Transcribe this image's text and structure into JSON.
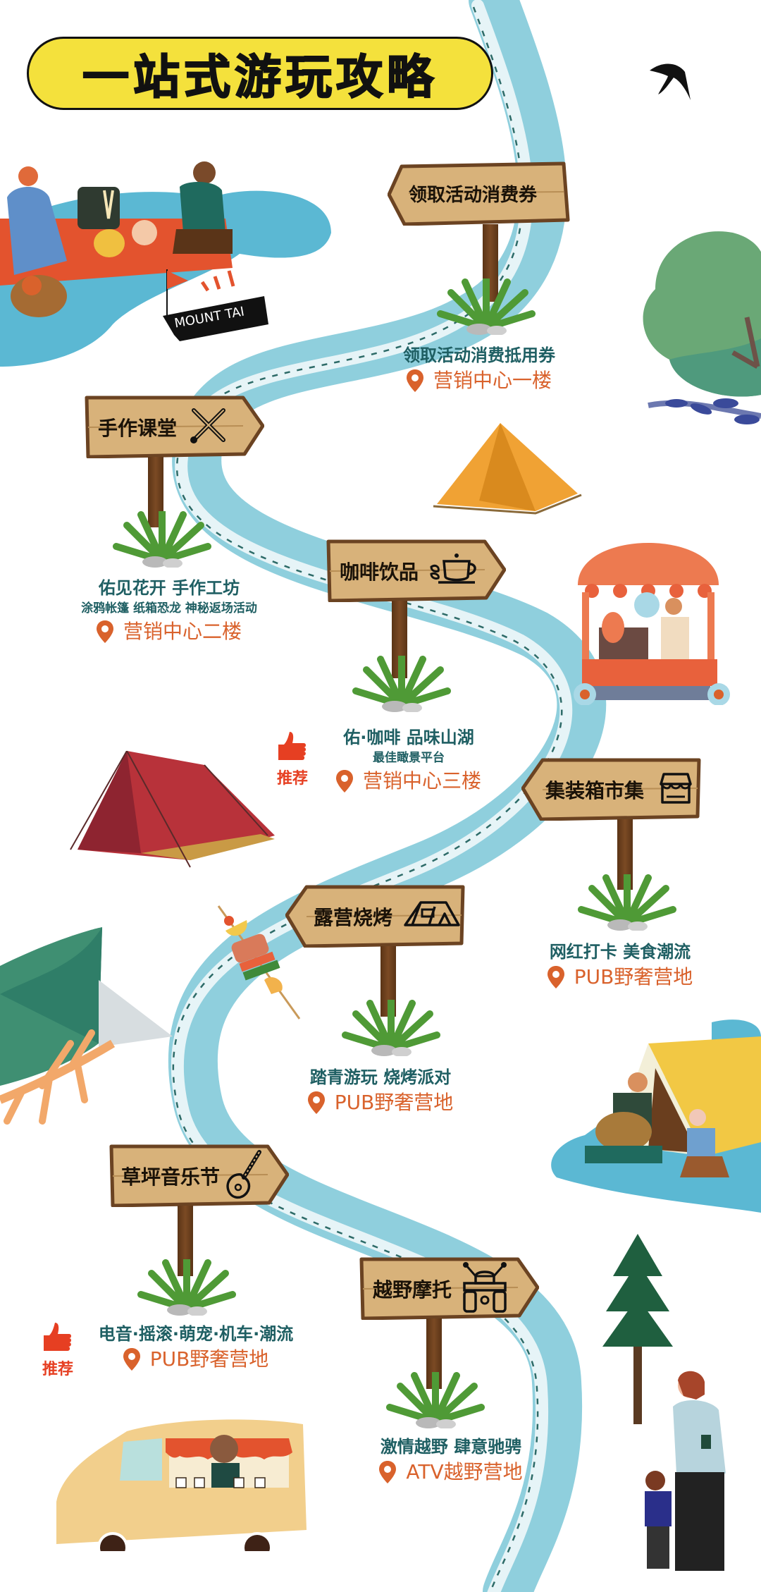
{
  "title": "一站式游玩攻略",
  "decorations": {
    "mount_tai_tag": "MOUNT TAI"
  },
  "colors": {
    "title_bg": "#f4e13c",
    "river": "#8fcfdd",
    "river_light": "#c9e8ef",
    "heading_teal": "#1f5f63",
    "location_orange": "#d9622c",
    "recommend_red": "#e63f22",
    "wood": "#d8b27a"
  },
  "stops": [
    {
      "sign": "领取活动消费券",
      "icon": "none",
      "line1": "领取活动消费抵用券",
      "location": "营销中心一楼"
    },
    {
      "sign": "手作课堂",
      "icon": "pencil-brush-icon",
      "line1": "佑见花开 手作工坊",
      "line2": "涂鸦帐篷 纸箱恐龙 神秘返场活动",
      "location": "营销中心二楼"
    },
    {
      "sign": "咖啡饮品",
      "icon": "coffee-cup-icon",
      "line1": "佑·咖啡  品味山湖",
      "line2": "最佳瞰景平台",
      "location": "营销中心三楼",
      "recommend": "推荐"
    },
    {
      "sign": "集装箱市集",
      "icon": "shop-icon",
      "line1": "网红打卡 美食潮流",
      "location": "PUB野奢营地"
    },
    {
      "sign": "露营烧烤",
      "icon": "tent-icon",
      "line1": "踏青游玩 烧烤派对",
      "location": "PUB野奢营地"
    },
    {
      "sign": "草坪音乐节",
      "icon": "guitar-icon",
      "line1": "电音·摇滚·萌宠·机车·潮流",
      "location": "PUB野奢营地",
      "recommend": "推荐"
    },
    {
      "sign": "越野摩托",
      "icon": "atv-icon",
      "line1": "激情越野 肆意驰骋",
      "location": "ATV越野营地"
    }
  ]
}
